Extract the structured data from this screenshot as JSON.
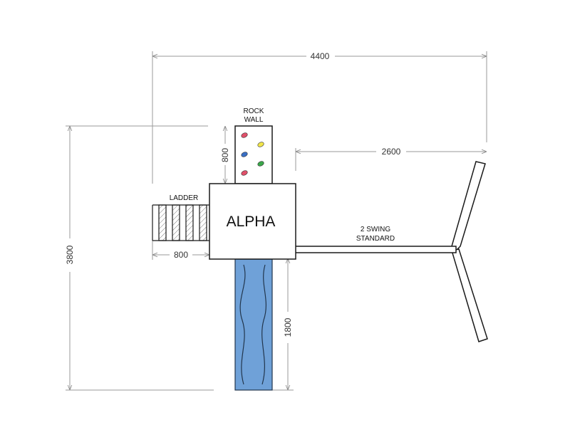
{
  "labels": {
    "main": "ALPHA",
    "rock_wall_line1": "ROCK",
    "rock_wall_line2": "WALL",
    "ladder": "LADDER",
    "swing_line1": "2 SWING",
    "swing_line2": "STANDARD"
  },
  "dimensions": {
    "overall_width": "4400",
    "swing_width": "2600",
    "overall_height": "3800",
    "rock_wall_height": "800",
    "ladder_width": "800",
    "slide_length": "1800"
  },
  "colors": {
    "slide_fill": "#6fa1d8",
    "slide_stroke": "#22364d",
    "hold_red": "#e0506a",
    "hold_yellow": "#f2e64a",
    "hold_blue": "#3a6fc4",
    "hold_green": "#3aa64a"
  },
  "icons": {
    "climbing_hold": "climbing-hold-icon",
    "arrowhead": "dimension-arrowhead-icon"
  }
}
